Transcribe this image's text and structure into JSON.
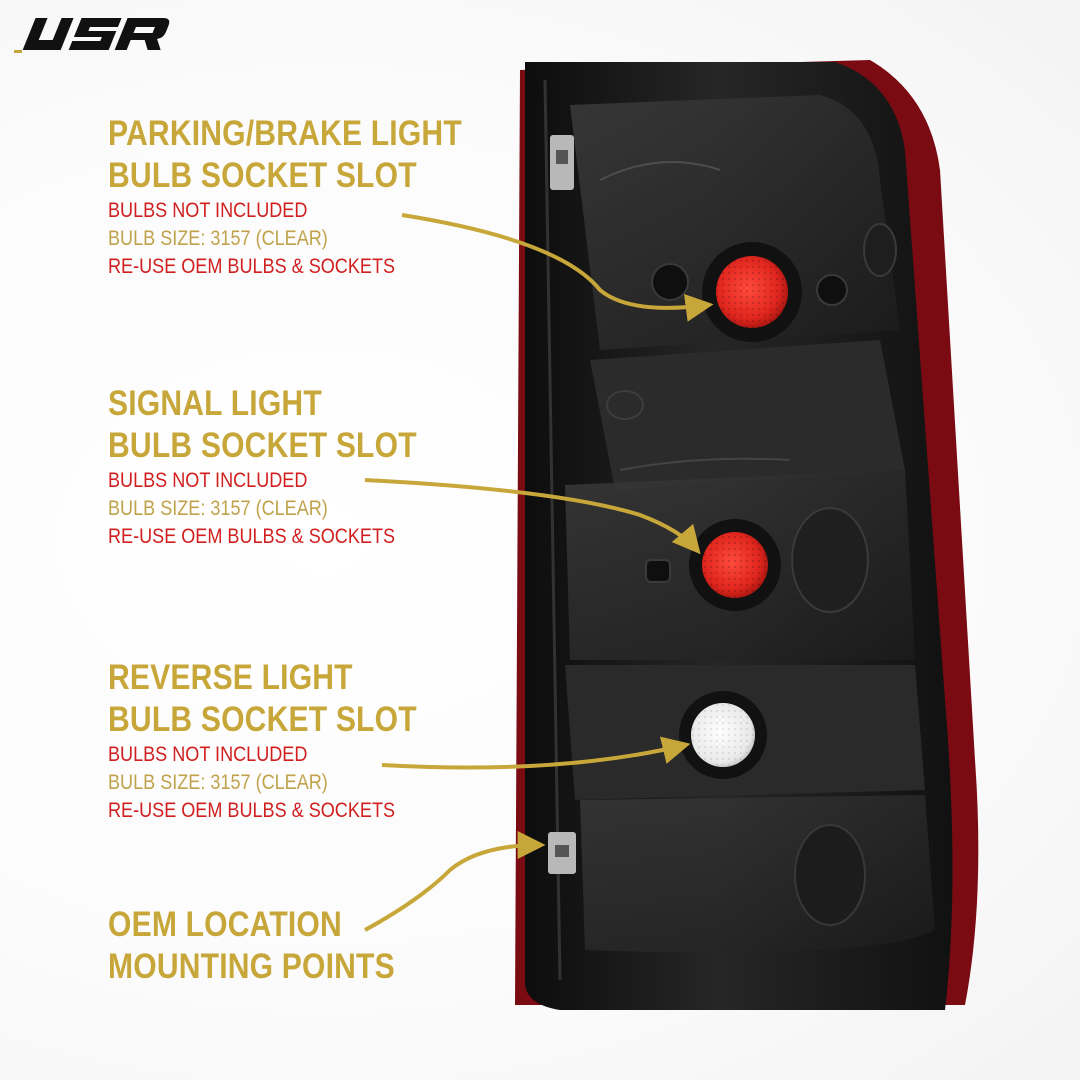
{
  "brand": {
    "logo_text": "USR"
  },
  "colors": {
    "heading_gold": "#c8a73a",
    "note_red": "#d11f1f",
    "note_gold": "#bfa24a",
    "arrow_gold": "#c8a73a",
    "housing_dark": "#1a1a1a",
    "lens_red": "#8e0c14"
  },
  "callouts": {
    "parking": {
      "title_line1": "PARKING/BRAKE LIGHT",
      "title_line2": "BULB SOCKET SLOT",
      "note1": "BULBS NOT INCLUDED",
      "note2": "BULB SIZE: 3157 (CLEAR)",
      "note3": "RE-USE OEM BULBS & SOCKETS"
    },
    "signal": {
      "title_line1": "SIGNAL LIGHT",
      "title_line2": "BULB SOCKET SLOT",
      "note1": "BULBS NOT INCLUDED",
      "note2": "BULB SIZE: 3157 (CLEAR)",
      "note3": "RE-USE OEM BULBS & SOCKETS"
    },
    "reverse": {
      "title_line1": "REVERSE LIGHT",
      "title_line2": "BULB SOCKET SLOT",
      "note1": "BULBS NOT INCLUDED",
      "note2": "BULB SIZE: 3157 (CLEAR)",
      "note3": "RE-USE OEM BULBS & SOCKETS"
    },
    "oem": {
      "title_line1": "OEM LOCATION",
      "title_line2": "MOUNTING POINTS"
    }
  },
  "sockets": {
    "parking": "red-reflector-socket",
    "signal": "red-reflector-socket",
    "reverse": "clear-reflector-socket"
  }
}
